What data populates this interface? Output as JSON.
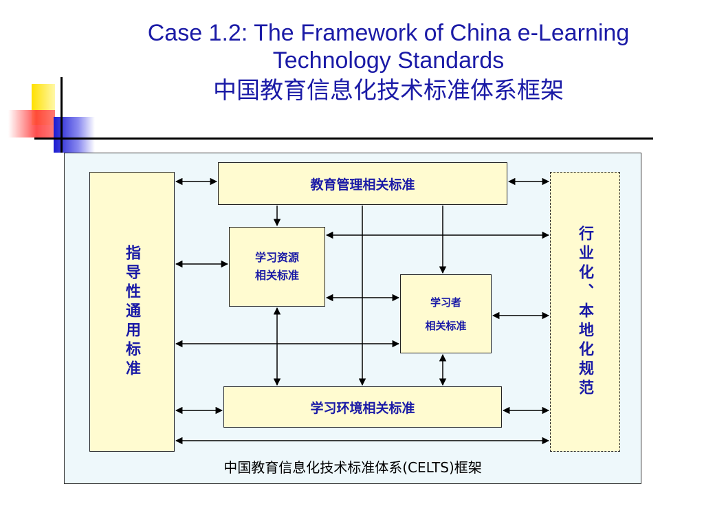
{
  "title": {
    "line1": "Case 1.2: The Framework of China e-Learning",
    "line2": "Technology Standards",
    "line3": "中国教育信息化技术标准体系框架"
  },
  "diagram": {
    "left_box": "指导性通用标准",
    "right_box": "行业化、本地化规范",
    "top_box": "教育管理相关标准",
    "resources_box_line1": "学习资源",
    "resources_box_line2": "相关标准",
    "learner_box_line1": "学习者",
    "learner_box_line2": "相关标准",
    "environment_box": "学习环境相关标准",
    "caption": "中国教育信息化技术标准体系(CELTS)框架"
  },
  "colors": {
    "text_blue": "#1a1aa6",
    "box_fill": "#fffbd0",
    "frame_fill": "#eef8fb"
  }
}
